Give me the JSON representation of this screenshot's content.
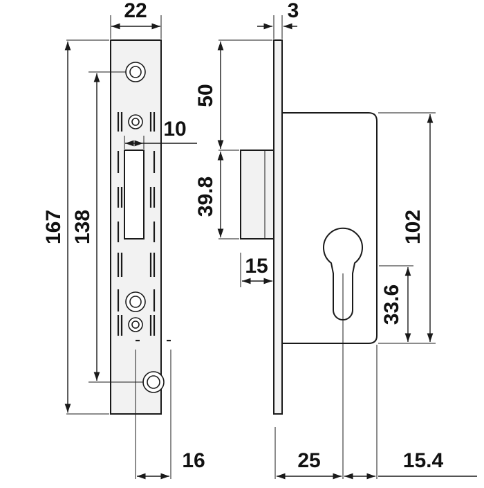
{
  "dimensions": {
    "faceplate_width": "22",
    "faceplate_thickness": "3",
    "faceplate_length": "167",
    "screw_spacing": "138",
    "fixing_hole_offset": "10",
    "latch_offset_top": "50",
    "bolt_height": "39.8",
    "bolt_projection": "15",
    "case_height": "102",
    "cylinder_center_height": "33.6",
    "fixing_spacing": "16",
    "backset": "25",
    "cylinder_to_edge": "15.4"
  }
}
